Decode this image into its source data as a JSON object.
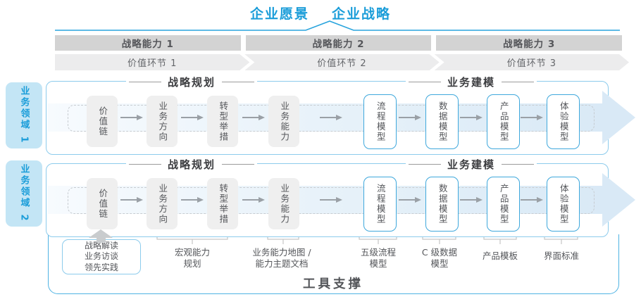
{
  "header": {
    "vision": "企业愿景",
    "strategy": "企业战略"
  },
  "strategic_capabilities": [
    "战略能力 1",
    "战略能力 2",
    "战略能力 3"
  ],
  "value_links": [
    "价值环节 1",
    "价值环节 2",
    "价值环节 3"
  ],
  "business_domains": [
    "业务领域 1",
    "业务领域 2"
  ],
  "lane": {
    "planning_header": "战略规划",
    "modeling_header": "业务建模",
    "gray_boxes": [
      "价值链",
      "业务方向",
      "转型举措",
      "业务能力"
    ],
    "blue_boxes": [
      "流程模型",
      "数据模型",
      "产品模型",
      "体验模型"
    ]
  },
  "annotations": {
    "source_box": [
      "战略解读",
      "业务访谈",
      "领先实践"
    ],
    "macro_capability": [
      "宏观能力",
      "规划"
    ],
    "capability_map": [
      "业务能力地图 /",
      "能力主题文档"
    ],
    "process_model": [
      "五级流程",
      "模型"
    ],
    "data_model": [
      "C 级数据",
      "模型"
    ],
    "product_template": [
      "产品模板"
    ],
    "ui_standard": [
      "界面标准"
    ]
  },
  "footer": {
    "tool_support": "工具支撑"
  },
  "colors": {
    "accent": "#1b9dd9",
    "panel_border": "#8ccbec",
    "blue_box_border": "#3fa8dc",
    "band_fill": "#d9e9f6",
    "capability_bar": "#d3d3d3",
    "chevron_bar": "#ececed",
    "text_dark": "#54565a"
  }
}
